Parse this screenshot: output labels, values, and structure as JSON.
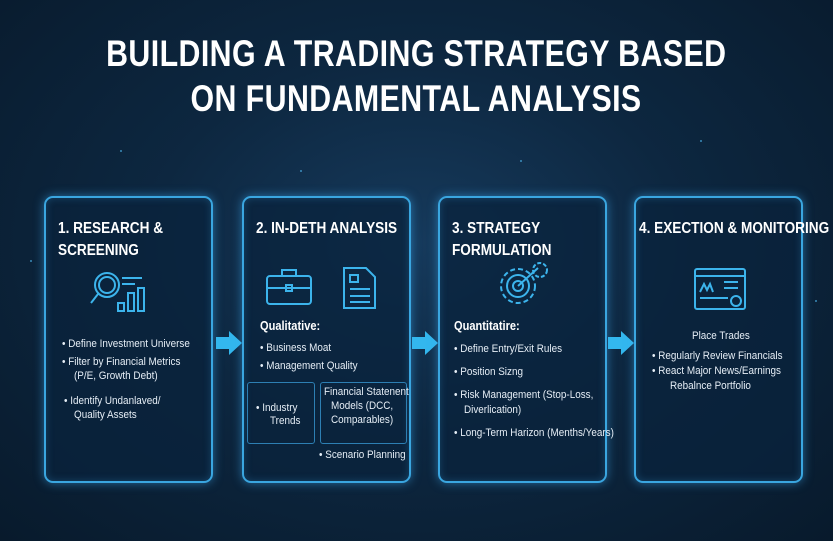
{
  "title": {
    "line1": "BUILDING A TRADING STRATEGY BASED",
    "line2": "ON FUNDAMENTAL ANALYSIS"
  },
  "colors": {
    "accent": "#3aa6e0",
    "arrow": "#33b7ee",
    "background": "#0d2740"
  },
  "cards": [
    {
      "title1": "1. RESEARCH &",
      "title2": "SCREENING",
      "icon": "magnifier-chart-icon",
      "bullets": [
        "Define Investment Universe",
        "Filter by Financial Metrics",
        "(P/E, Growth Debt)",
        "Identify Undanlaved/",
        "Quality Assets"
      ]
    },
    {
      "title1": "2. IN-DETH ANALYSIS",
      "icons": [
        "briefcase-icon",
        "document-icon"
      ],
      "heading": "Qualitative:",
      "bullets": [
        "Business Moat",
        "Management Quality"
      ],
      "box1": [
        "Industry",
        "Trends"
      ],
      "box2": [
        "Financial Statenent",
        "Models (DCC,",
        "Comparables)"
      ],
      "extra": "Scenario Planning"
    },
    {
      "title1": "3. STRATEGY",
      "title2": "FORMULATION",
      "icon": "gear-target-icon",
      "heading": "Quantitatire:",
      "bullets": [
        "Define Entry/Exit Rules",
        "Position Sizng",
        "Risk Management (Stop-Loss,",
        "Diverlication)",
        "Long-Term Harizon (Menths/Years)"
      ]
    },
    {
      "title1": "4. EXECTION & MONITORING",
      "icon": "dashboard-icon",
      "lead": "Place Trades",
      "bullets": [
        "Regularly Review Financials",
        "React Major News/Earnings",
        "Rebalnce Portfolio"
      ]
    }
  ]
}
